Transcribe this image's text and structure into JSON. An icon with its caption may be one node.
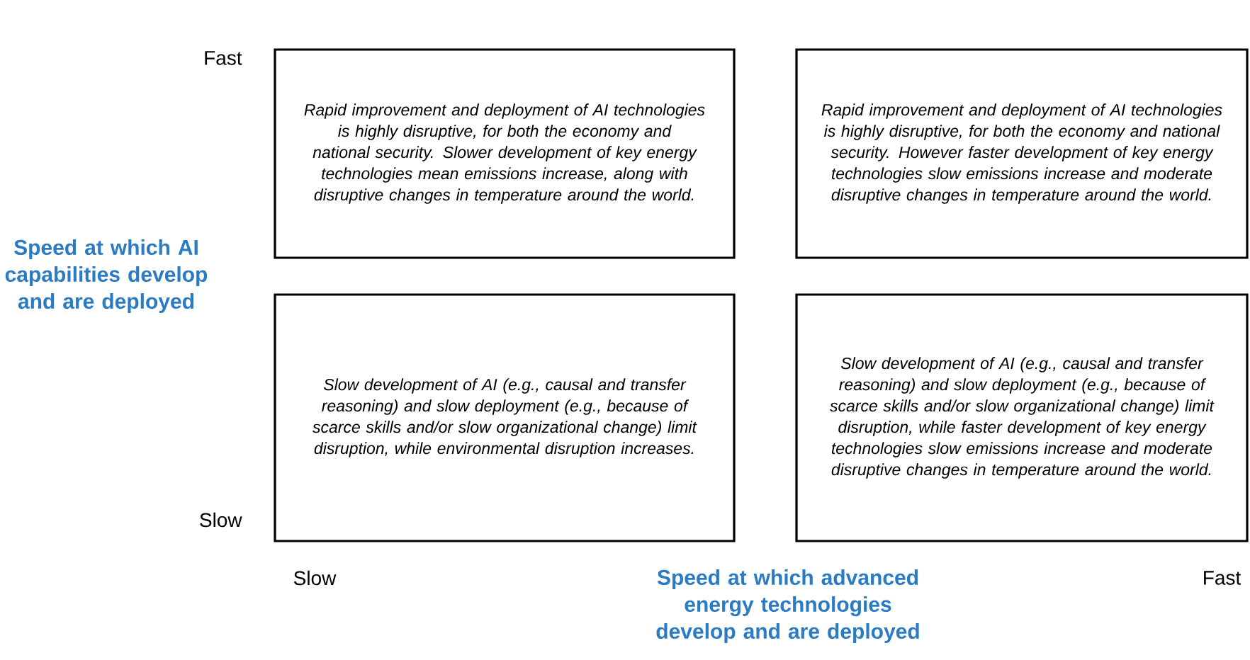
{
  "diagram": {
    "nodes": [
      {
        "text": [
          "Rapid improvement and deployment of AI technologies is highly disruptive, for both the economy and national security.  Slower development of key energy technologies mean emissions increase, along with disruptive changes in temperature around the world."
        ]
      },
      {
        "text": [
          "Rapid improvement and deployment of AI technologies is highly disruptive, for both the economy and national security.  However faster development of key energy technologies slow emissions increase and moderate disruptive changes in temperature around the world."
        ]
      },
      {
        "text": [
          "Slow development of AI (e.g., causal and transfer reasoning) and slow deployment (e.g., because of scarce skills and/or slow organizational change) limit disruption, while environmental disruption increases."
        ]
      },
      {
        "text": [
          "Slow development of AI (e.g., causal and transfer reasoning) and slow deployment (e.g., because of scarce skills and/or slow organizational change) limit disruption, while faster development of key energy technologies slow emissions increase and moderate disruptive changes in temperature around the world."
        ]
      }
    ],
    "labels": [
      "Fast",
      "Speed at which AI capabilities develop and are deployed",
      "Slow",
      "Slow",
      "Speed at which advanced energy technologies develop and are deployed",
      "Fast"
    ]
  }
}
